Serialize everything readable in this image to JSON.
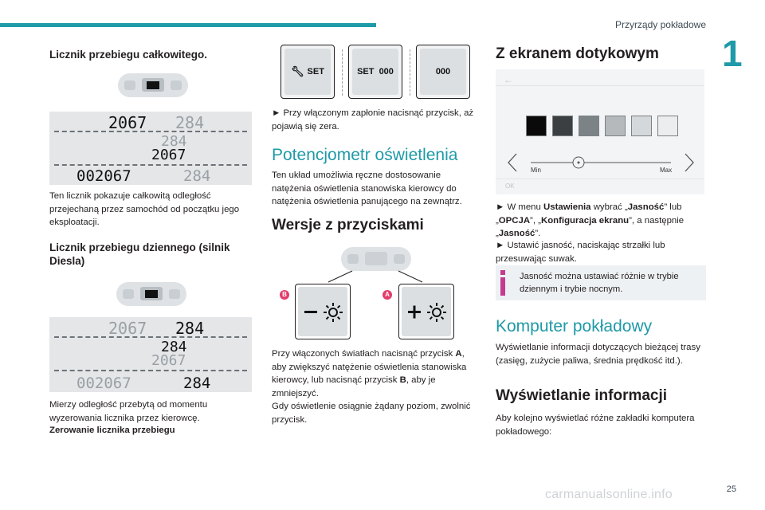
{
  "header": {
    "title": "Przyrządy pokładowe",
    "chapter": "1",
    "page_number": "25"
  },
  "watermark": "carmanualsonline.info",
  "col1": {
    "total_heading": "Licznik przebiegu całkowitego.",
    "odo_total": {
      "row1_a": "2067",
      "row1_b": "284",
      "row2_a": "284",
      "row2_b": "2067",
      "row3_a": "002067",
      "row3_b": "284"
    },
    "total_desc": "Ten licznik pokazuje całkowitą odległość przejechaną przez samochód od początku jego eksploatacji.",
    "daily_heading": "Licznik przebiegu dziennego (silnik Diesla)",
    "odo_daily": {
      "row1_a": "2067",
      "row1_b": "284",
      "row2_a": "284",
      "row2_b": "2067",
      "row3_a": "002067",
      "row3_b": "284"
    },
    "daily_desc": "Mierzy odległość przebytą od momentu wyzerowania licznika przez kierowcę.",
    "reset_heading": "Zerowanie licznika przebiegu"
  },
  "col2": {
    "btn_set": "SET",
    "btn_set000": "SET  000",
    "btn_000": "000",
    "reset_instr": "► Przy włączonym zapłonie nacisnąć przycisk, aż pojawią się zera.",
    "dimmer_heading": "Potencjometr oświetlenia",
    "dimmer_desc": "Ten układ umożliwia ręczne dostosowanie natężenia oświetlenia stanowiska kierowcy do natężenia oświetlenia panującego na zewnątrz.",
    "buttons_heading": "Wersje z przyciskami",
    "badge_b": "B",
    "badge_a": "A",
    "buttons_p1_a": "Przy włączonych światłach nacisnąć przycisk ",
    "buttons_p1_b": "A",
    "buttons_p1_c": ", aby zwiększyć natężenie oświetlenia stanowiska kierowcy, lub nacisnąć przycisk ",
    "buttons_p1_d": "B",
    "buttons_p1_e": ", aby je zmniejszyć.",
    "buttons_p2": "Gdy oświetlenie osiągnie żądany poziom, zwolnić przycisk."
  },
  "col3": {
    "touch_heading": "Z ekranem dotykowym",
    "screen": {
      "min_label": "Min",
      "max_label": "Max",
      "ok_label": "OK"
    },
    "swatches": [
      "#0a0a0a",
      "#3b3f42",
      "#7c8387",
      "#b5b9bc",
      "#d5d8da",
      "#ebedee"
    ],
    "menu_a": "► W menu ",
    "menu_b": "Ustawienia",
    "menu_c": " wybrać „",
    "menu_d": "Jasność",
    "menu_e": "” lub „",
    "menu_f": "OPCJA",
    "menu_g": "”, „",
    "menu_h": "Konfiguracja ekranu",
    "menu_i": "”, a następnie „",
    "menu_j": "Jasność",
    "menu_k": "”.",
    "adjust": "► Ustawić jasność, naciskając strzałki lub przesuwając suwak.",
    "info_text": "Jasność można ustawiać różnie w trybie dziennym i trybie nocnym.",
    "computer_heading": "Komputer pokładowy",
    "computer_desc": "Wyświetlanie informacji dotyczących bieżącej trasy (zasięg, zużycie paliwa, średnia prędkość itd.).",
    "display_heading": "Wyświetlanie informacji",
    "display_desc": "Aby kolejno wyświetlać różne zakładki komputera pokładowego:"
  },
  "colors": {
    "accent": "#1f9aa8",
    "badge": "#e33d6c",
    "info_bar": "#c43b8f"
  }
}
